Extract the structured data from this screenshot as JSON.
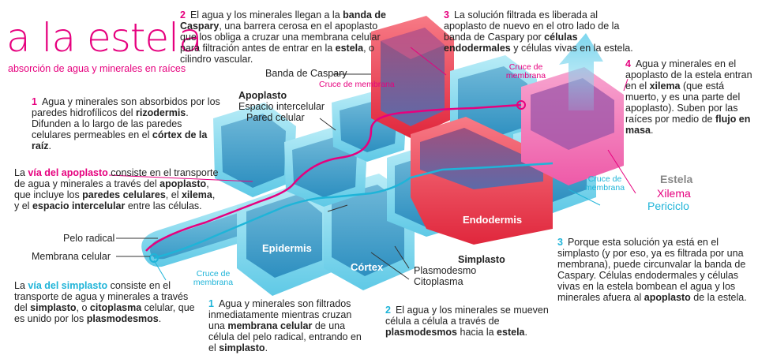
{
  "title": {
    "prefix": "a",
    "main": "la estela"
  },
  "subtitle": "absorción de agua y minerales en raíces",
  "colors": {
    "magenta": "#e6007e",
    "cyan": "#1fb4d8",
    "endodermis_red": "#e8263d",
    "cell_blue": "#5fc9e6",
    "cell_light": "#8ad8ec",
    "xylem_pink": "#f05aa8"
  },
  "apoplast_steps": {
    "s1": {
      "n": "1",
      "t1": "Agua y minerales son absorbidos por los paredes hidrofílicos del ",
      "b1": "rizodermis",
      "t2": ". Difunden a lo largo de las paredes celulares permeables en el ",
      "b2": "córtex de la raíz",
      "t3": "."
    },
    "s2": {
      "n": "2",
      "t1": "El agua y los minerales llegan a la ",
      "b1": "banda de Caspary",
      "t2": ", una barrera cerosa en el apoplasto que los obliga a cruzar una membrana celular para filtración antes de entrar en la ",
      "b2": "estela",
      "t3": ", o cilindro vascular."
    },
    "s3": {
      "n": "3",
      "t1": "La solución filtrada es liberada al apoplasto de nuevo en el otro lado de la banda de Caspary por ",
      "b1": "células endodermales",
      "t2": " y células vivas en la estela."
    },
    "s4": {
      "n": "4",
      "t1": "Agua y minerales en el apoplasto de la estela entran en el ",
      "b1": "xilema",
      "t2": " (que está muerto, y es una parte del apoplasto). Suben por las raíces por medio de ",
      "b2": "flujo en masa",
      "t3": "."
    }
  },
  "apoplast_def": {
    "t0": "La ",
    "h": "vía del apoplasto",
    "t1": " consiste en el transporte de agua y minerales a través del ",
    "b1": "apoplasto",
    "t2": ", que incluye los ",
    "b2": "paredes celulares",
    "t3": ", el ",
    "b3": "xilema",
    "t4": ", y el ",
    "b4": "espacio intercelular",
    "t5": " entre las células."
  },
  "symplast_def": {
    "t0": "La ",
    "h": "vía del simplasto",
    "t1": " consiste en el transporte de agua y minerales a través del ",
    "b1": "simplasto",
    "t2": ", o ",
    "b2": "citoplasma",
    "t3": " celular, que es unido por los ",
    "b3": "plasmodesmos",
    "t4": "."
  },
  "symplast_steps": {
    "s1": {
      "n": "1",
      "t1": "Agua y minerales son filtrados inmediatamente mientras cruzan una ",
      "b1": "membrana celular",
      "t2": " de una célula del pelo radical, entrando en el ",
      "b2": "simplasto",
      "t3": "."
    },
    "s2": {
      "n": "2",
      "t1": "El agua y los minerales se mueven célula a célula a través de ",
      "b1": "plasmodesmos",
      "t2": " hacia la ",
      "b2": "estela",
      "t3": "."
    },
    "s3": {
      "n": "3",
      "t1": "Porque esta solución ya está en el simplasto (y por eso, ya es filtrada por una membrana), puede circunvalar la banda de Caspary. Células endodermales y células vivas en la estela bombean el agua y los minerales afuera al ",
      "b1": "apoplasto",
      "t2": " de la estela."
    }
  },
  "labels": {
    "banda_caspary": "Banda de Caspary",
    "apoplasto": "Apoplasto",
    "espacio_intercelular": "Espacio intercelular",
    "pared_celular": "Pared celular",
    "cruce_membrana": "Cruce de membrana",
    "pelo_radical": "Pelo radical",
    "membrana_celular": "Membrana celular",
    "epidermis": "Epidermis",
    "cortex": "Córtex",
    "endodermis": "Endodermis",
    "simplasto": "Simplasto",
    "plasmodesmo": "Plasmodesmo",
    "citoplasma": "Citoplasma",
    "estela": "Estela",
    "xilema": "Xilema",
    "periciclo": "Periciclo"
  }
}
